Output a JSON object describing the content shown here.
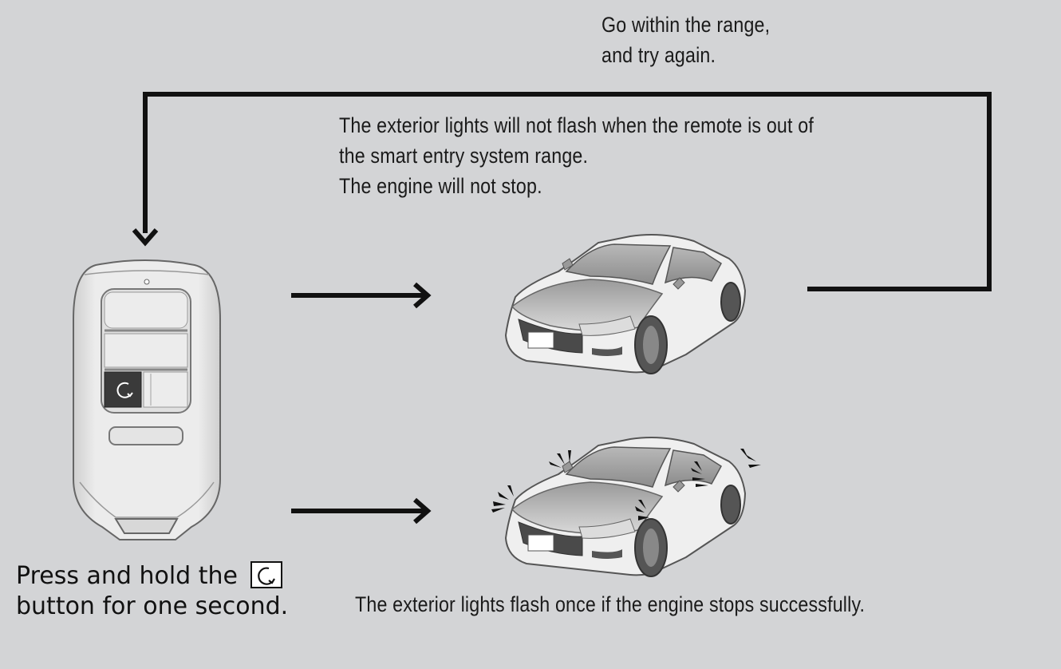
{
  "callouts": {
    "retry_line1": "Go within the range,",
    "retry_line2": "and try again.",
    "out_of_range_line1": "The exterior lights will not flash when the remote is out of",
    "out_of_range_line2": "the smart entry system range.",
    "out_of_range_line3": "The engine will not stop.",
    "success": "The exterior lights flash once if the engine stops successfully."
  },
  "instruction": {
    "line1": "Press and hold the",
    "line2": "button for one second."
  },
  "icons": {
    "remote_button": "engine-start-icon",
    "arrow": "arrow-right-icon",
    "return_arrow": "arrow-down-icon",
    "car": "sedan-car-icon",
    "flash": "light-flash-icon"
  },
  "colors": {
    "background": "#d3d4d6",
    "lines": "#111111",
    "car_body": "#eeeeee",
    "remote_body": "#e6e6e6"
  }
}
